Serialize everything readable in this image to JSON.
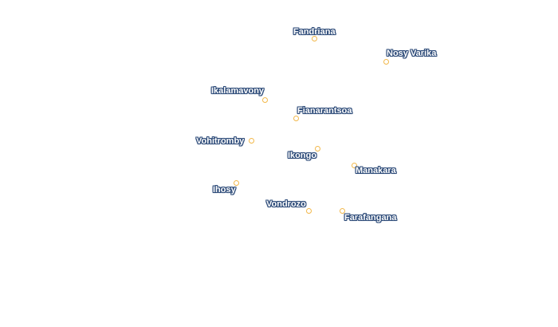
{
  "map": {
    "background_color": "#ffffff",
    "marker_color": "#f2b84b",
    "label_color": "#ffffff",
    "label_halo_color": "#2c4a78",
    "cities": [
      {
        "id": "fandriana",
        "name": "Fandriana"
      },
      {
        "id": "nosy-varika",
        "name": "Nosy Varika"
      },
      {
        "id": "ikalamavony",
        "name": "Ikalamavony"
      },
      {
        "id": "fianarantsoa",
        "name": "Fianarantsoa"
      },
      {
        "id": "vohitromby",
        "name": "Vohitromby"
      },
      {
        "id": "ikongo",
        "name": "Ikongo"
      },
      {
        "id": "manakara",
        "name": "Manakara"
      },
      {
        "id": "ihosy",
        "name": "Ihosy"
      },
      {
        "id": "vondrozo",
        "name": "Vondrozo"
      },
      {
        "id": "farafangana",
        "name": "Farafangana"
      }
    ]
  }
}
